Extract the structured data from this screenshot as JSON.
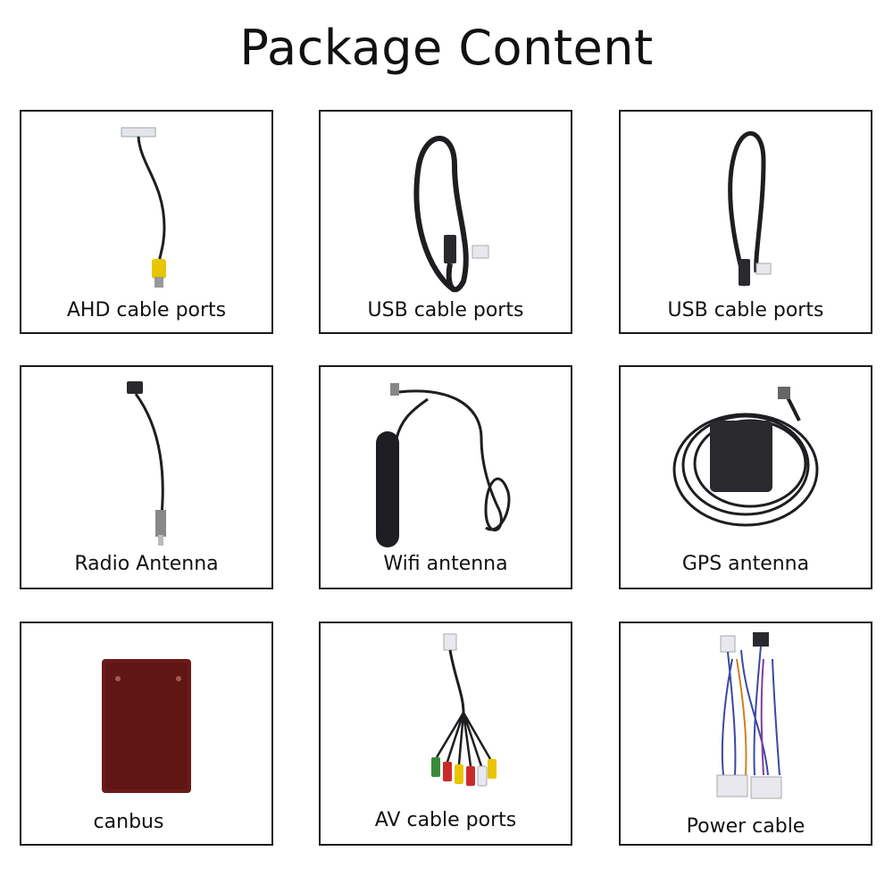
{
  "title": "Package Content",
  "items": [
    {
      "label": "AHD cable ports"
    },
    {
      "label": "USB cable ports"
    },
    {
      "label": "USB cable ports"
    },
    {
      "label": "Radio Antenna"
    },
    {
      "label": "Wifi antenna"
    },
    {
      "label": "GPS antenna"
    },
    {
      "label": "canbus"
    },
    {
      "label": "AV cable ports"
    },
    {
      "label": "Power cable"
    }
  ],
  "colors": {
    "border": "#1a1a1a",
    "cable": "#1e1e22",
    "rca_yellow": "#e8c500",
    "rca_red": "#cc2a2a",
    "rca_green": "#3a8a3a",
    "canbus_box": "#6b1a1a"
  }
}
